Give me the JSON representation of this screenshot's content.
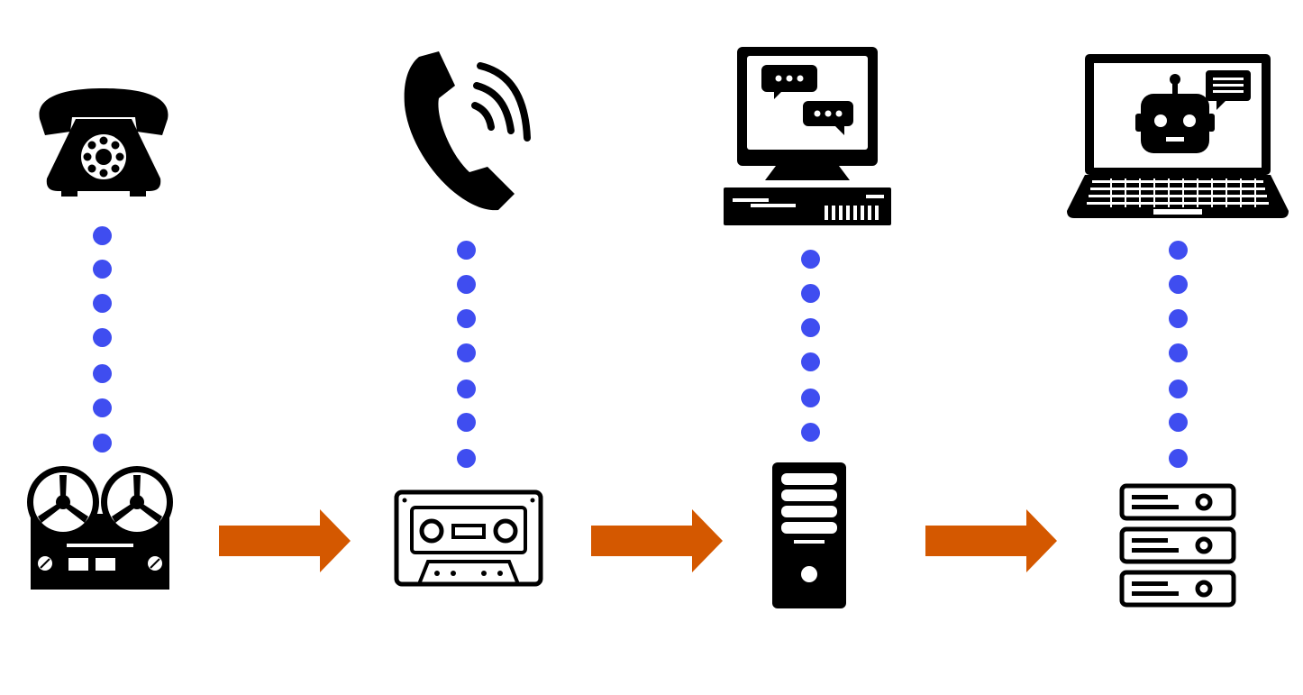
{
  "colors": {
    "icon": "#000000",
    "dots": "#3f4df0",
    "arrow": "#d45800",
    "background": "#ffffff"
  },
  "columns": [
    {
      "top": "rotary-telephone-icon",
      "bottom": "reel-to-reel-recorder-icon",
      "dots": 7
    },
    {
      "top": "phone-handset-ringing-icon",
      "bottom": "cassette-tape-icon",
      "dots": 7
    },
    {
      "top": "crt-computer-chat-icon",
      "bottom": "tower-server-icon",
      "dots": 6
    },
    {
      "top": "laptop-chatbot-icon",
      "bottom": "server-rack-icon",
      "dots": 7
    }
  ],
  "arrows": 3
}
